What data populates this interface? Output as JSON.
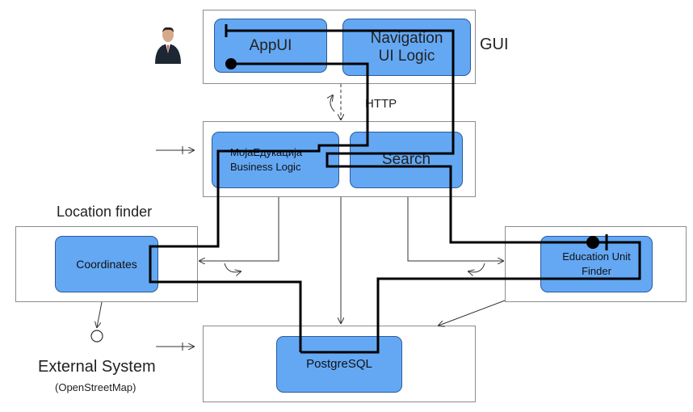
{
  "gui": {
    "label": "GUI",
    "appui": "AppUI",
    "navigation": "Navigation\nUI Logic"
  },
  "http_label": "HTTP",
  "business": {
    "logic": "МојаЕдукација\nBusiness Logic",
    "search": "Search"
  },
  "location_finder": {
    "title": "Location finder",
    "coordinates": "Coordinates"
  },
  "external_system": {
    "name": "External System",
    "detail": "(OpenStreetMap)"
  },
  "education_unit_finder": "Education Unit\nFinder",
  "database": "PostgreSQL",
  "colors": {
    "component_fill": "#64a8f4",
    "component_border": "#2a5a9a",
    "container_border": "#8c8c8c",
    "line": "#000000"
  }
}
